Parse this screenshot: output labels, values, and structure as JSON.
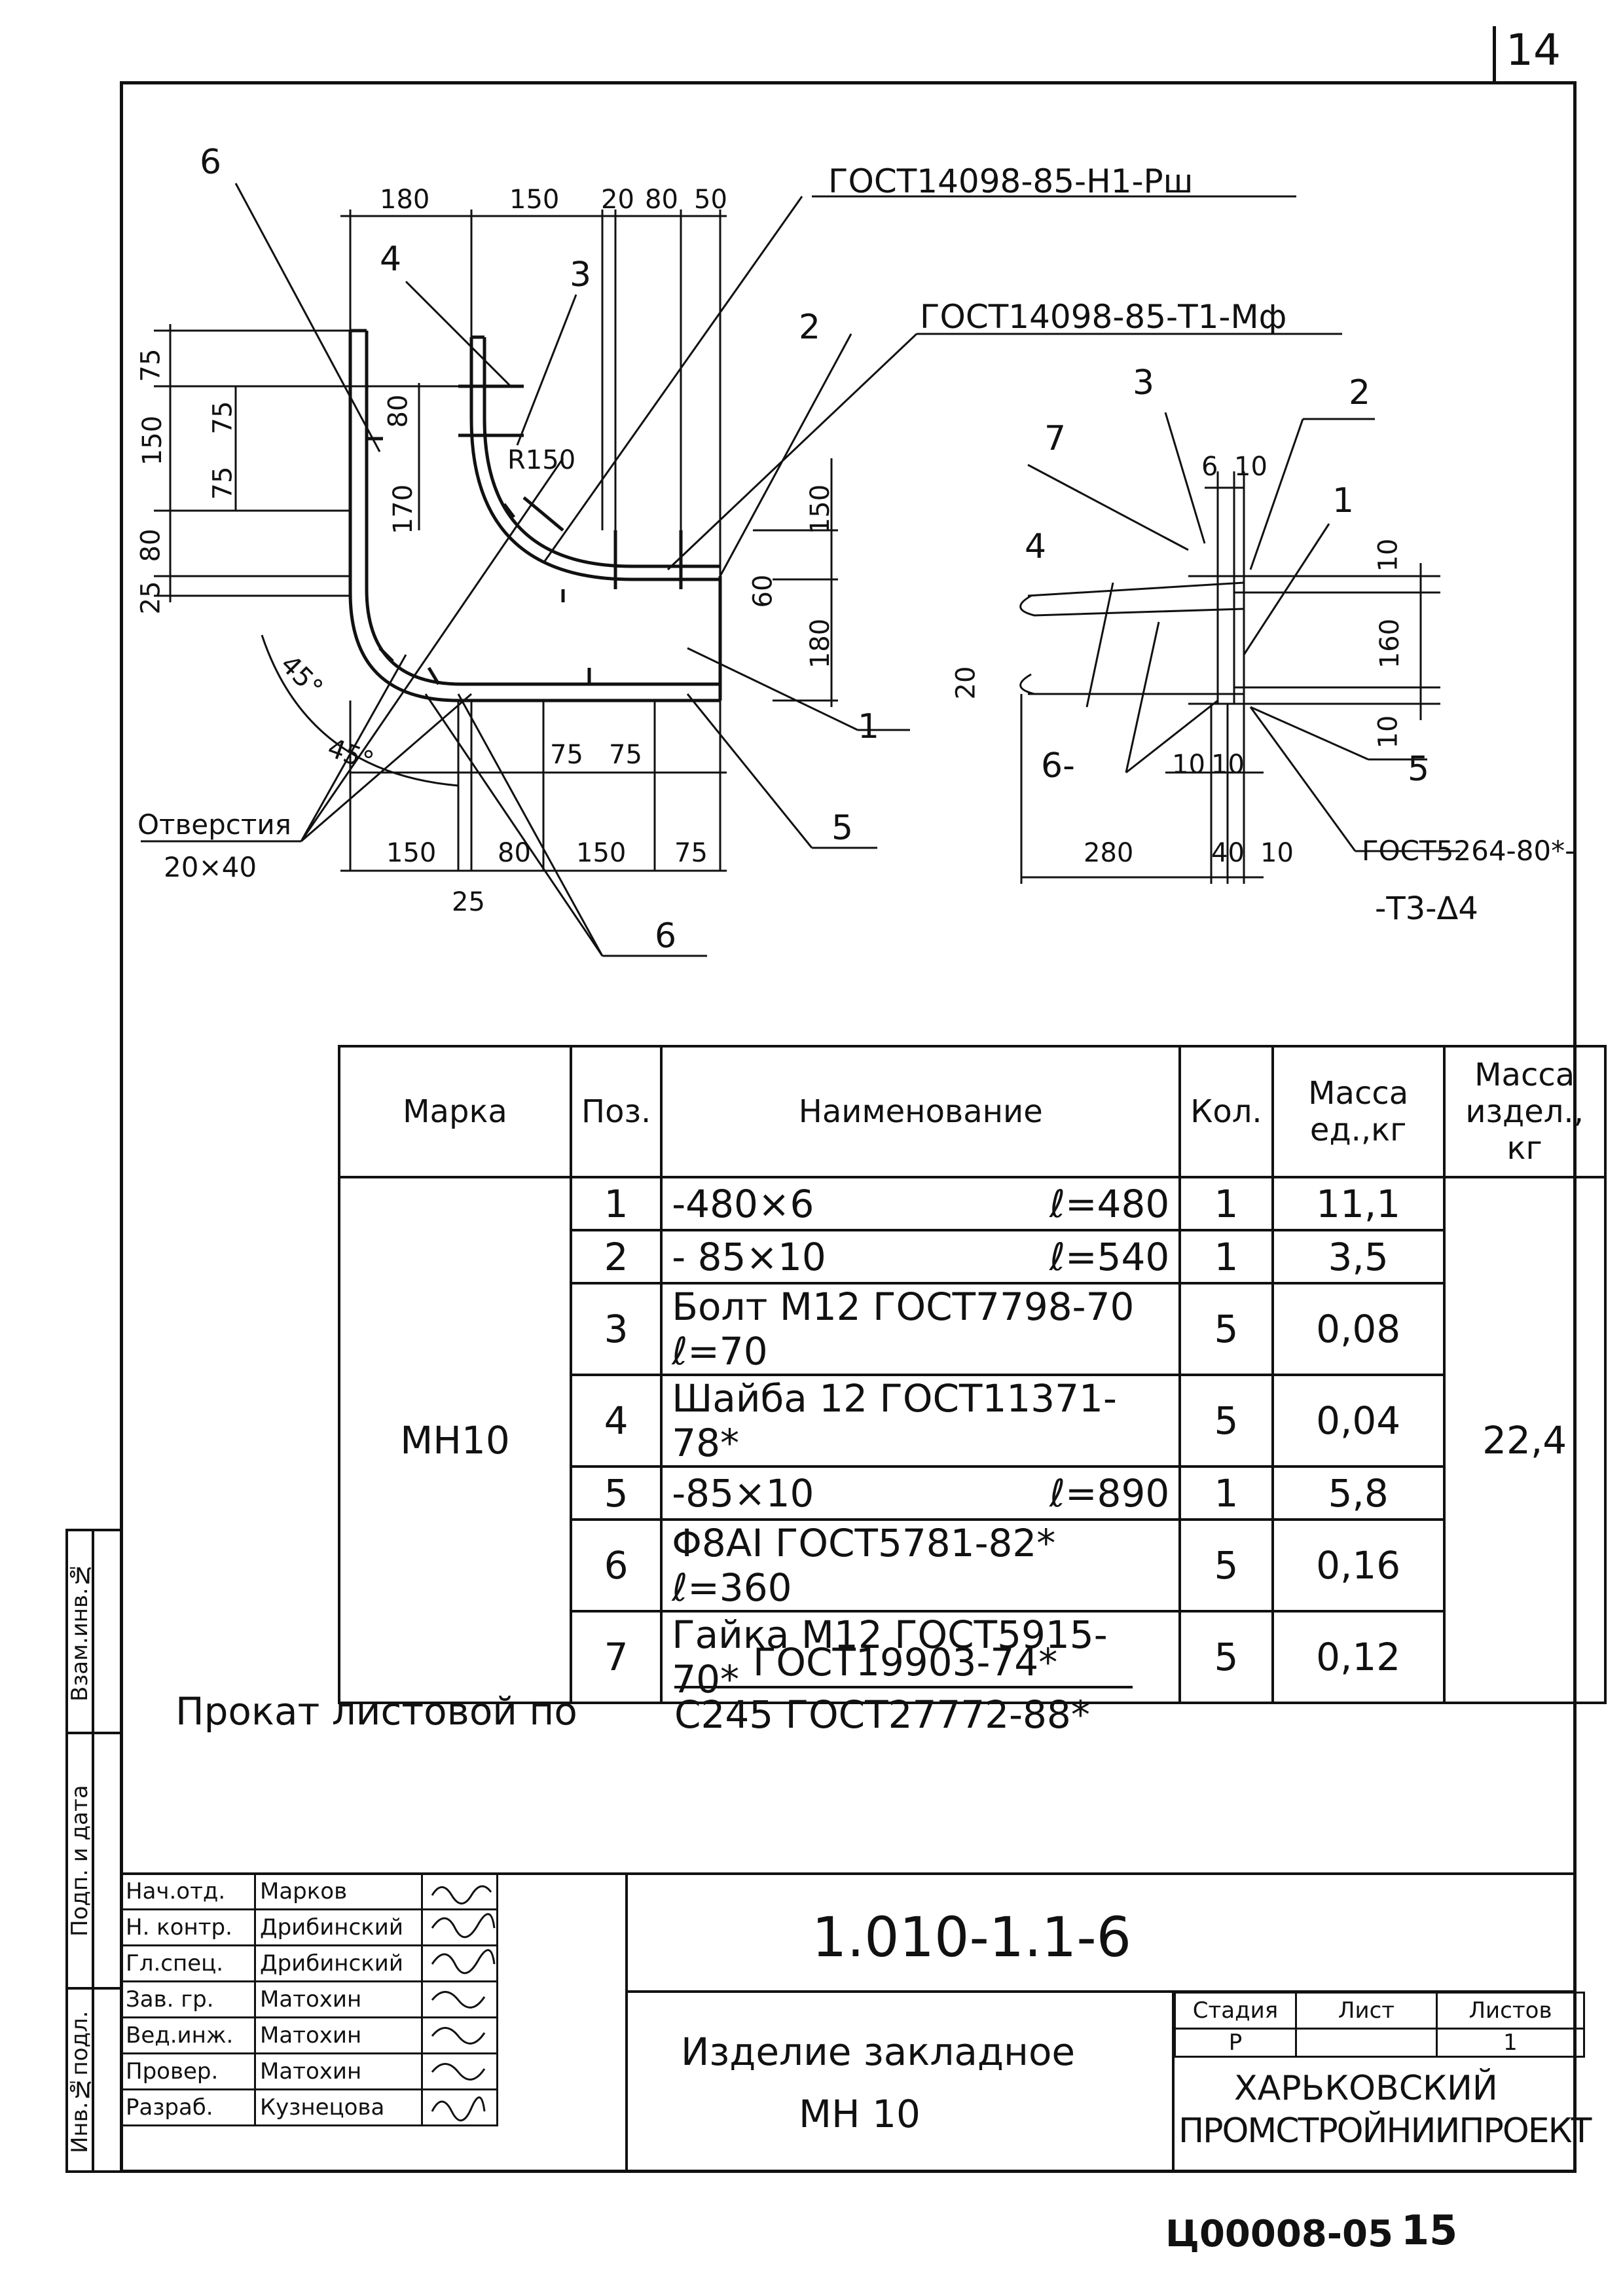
{
  "sheet_number": "14",
  "bottom_code": "Ц00008-05",
  "bottom_page": "15",
  "drawing": {
    "dims_left_view": {
      "top": [
        "180",
        "150",
        "20",
        "80",
        "50"
      ],
      "left": [
        "75",
        "150",
        "75",
        "75",
        "80",
        "25"
      ],
      "inner": [
        "80",
        "170",
        "R150",
        "150",
        "60",
        "180"
      ],
      "bottom": [
        "150",
        "80",
        "150",
        "75",
        "25"
      ],
      "middle": [
        "75",
        "75"
      ],
      "angles": [
        "45°",
        "45°"
      ]
    },
    "dims_right_view": {
      "top": [
        "6",
        "10"
      ],
      "right": [
        "10",
        "160",
        "10"
      ],
      "left": [
        "20"
      ],
      "bottom": [
        "280",
        "40",
        "10"
      ],
      "small": [
        "10",
        "10"
      ]
    },
    "callouts_left": [
      "6",
      "4",
      "3",
      "2",
      "1",
      "5",
      "6"
    ],
    "callouts_right": [
      "3",
      "2",
      "7",
      "1",
      "4",
      "6-",
      "5"
    ],
    "weld_top": "ГОСТ14098-85-Н1-Рш",
    "weld_mid": "ГОСТ14098-85-Т1-Мф",
    "weld_right_1": "ГОСТ5264-80*-",
    "weld_right_2": "-Т3-Δ4",
    "holes_label_1": "Отверстия",
    "holes_label_2": "20×40"
  },
  "spec_table": {
    "headers": {
      "mark": "Марка",
      "pos": "Поз.",
      "name": "Наименование",
      "qty": "Кол.",
      "unit_mass": "Масса ед.,кг",
      "total_mass": "Масса издел., кг"
    },
    "mark": "МН10",
    "total_mass": "22,4",
    "rows": [
      {
        "pos": "1",
        "name": "-480×6",
        "len": "ℓ=480",
        "qty": "1",
        "mass": "11,1"
      },
      {
        "pos": "2",
        "name": "- 85×10",
        "len": "ℓ=540",
        "qty": "1",
        "mass": "3,5"
      },
      {
        "pos": "3",
        "name": "Болт М12 ГОСТ7798-70 ℓ=70",
        "len": "",
        "qty": "5",
        "mass": "0,08"
      },
      {
        "pos": "4",
        "name": "Шайба 12 ГОСТ11371-78*",
        "len": "",
        "qty": "5",
        "mass": "0,04"
      },
      {
        "pos": "5",
        "name": "-85×10",
        "len": "ℓ=890",
        "qty": "1",
        "mass": "5,8"
      },
      {
        "pos": "6",
        "name": "Φ8АⅠ ГОСТ5781-82* ℓ=360",
        "len": "",
        "qty": "5",
        "mass": "0,16"
      },
      {
        "pos": "7",
        "name": "Гайка М12 ГОСТ5915-70*",
        "len": "",
        "qty": "5",
        "mass": "0,12"
      }
    ]
  },
  "note": {
    "prefix": "Прокат листовой по",
    "numerator": "ГОСТ19903-74*",
    "denominator": "С245 ГОСТ27772-88*"
  },
  "side_stamp": [
    "Взам.инв.№",
    "Подп. и дата",
    "Инв.№подл."
  ],
  "title_block": {
    "document_code": "1.010-1.1-6",
    "title_line1": "Изделие закладное",
    "title_line2": "МН 10",
    "stage_label": "Стадия",
    "sheet_label": "Лист",
    "sheets_label": "Листов",
    "stage": "Р",
    "sheets": "1",
    "org_line1": "ХАРЬКОВСКИЙ",
    "org_line2": "ПРОМСТРОЙНИИПРОЕКТ",
    "signatures": [
      {
        "role": "Нач.отд.",
        "name": "Марков"
      },
      {
        "role": "Н. контр.",
        "name": "Дрибинский"
      },
      {
        "role": "Гл.спец.",
        "name": "Дрибинский"
      },
      {
        "role": "Зав. гр.",
        "name": "Матохин"
      },
      {
        "role": "Вед.инж.",
        "name": "Матохин"
      },
      {
        "role": "Провер.",
        "name": "Матохин"
      },
      {
        "role": "Разраб.",
        "name": "Кузнецова"
      }
    ]
  }
}
